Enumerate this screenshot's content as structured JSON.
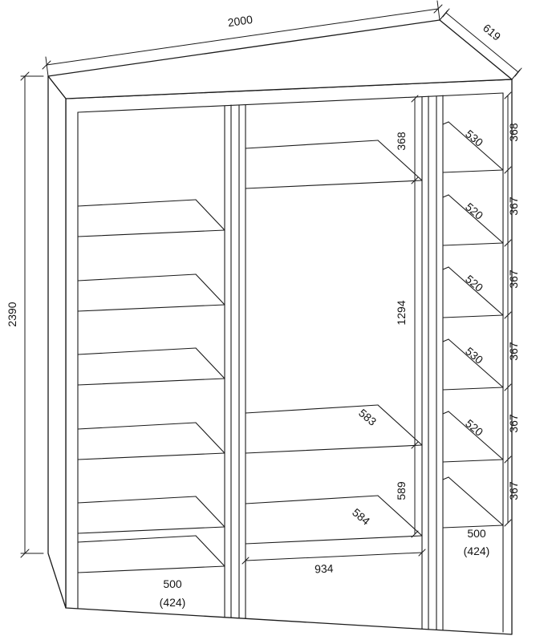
{
  "diagram": {
    "overall": {
      "width": "2000",
      "depth": "619",
      "height": "2390"
    },
    "middle": {
      "top_shelf_height": "368",
      "hanging_height": "1294",
      "shelf_depth": "583",
      "bottom_height": "589",
      "floor_depth": "584",
      "inner_width": "934"
    },
    "left_column": {
      "width": "500",
      "width_alt": "(424)"
    },
    "right_column": {
      "shelf_depths": [
        "530",
        "520",
        "520",
        "530",
        "520"
      ],
      "compartment_heights": [
        "368",
        "367",
        "367",
        "367",
        "367",
        "367"
      ],
      "width": "500",
      "width_alt": "(424)"
    }
  }
}
